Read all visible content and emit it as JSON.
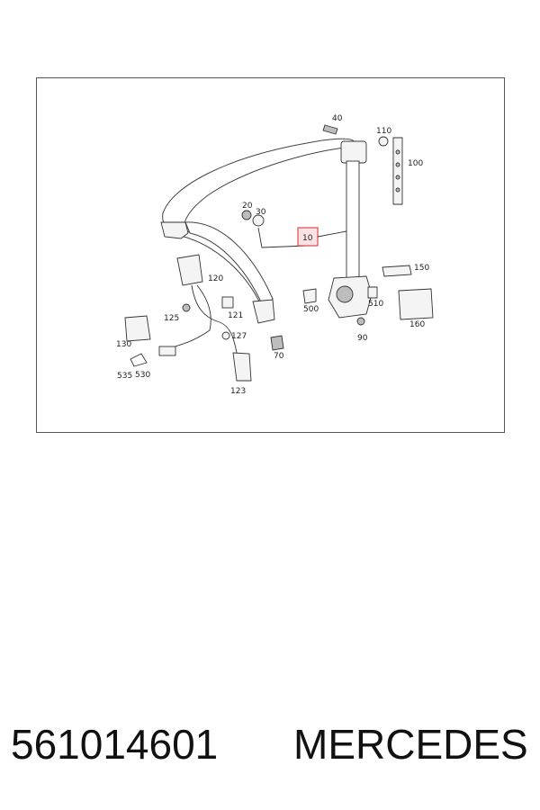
{
  "diagram": {
    "highlight_color": "#e34a4a",
    "highlighted_part": "10",
    "callouts": [
      "40",
      "110",
      "100",
      "20",
      "30",
      "10",
      "150",
      "120",
      "500",
      "510",
      "125",
      "121",
      "160",
      "130",
      "127",
      "70",
      "90",
      "535",
      "530",
      "123"
    ]
  },
  "footer": {
    "part_number": "561014601",
    "brand": "MERCEDES"
  }
}
